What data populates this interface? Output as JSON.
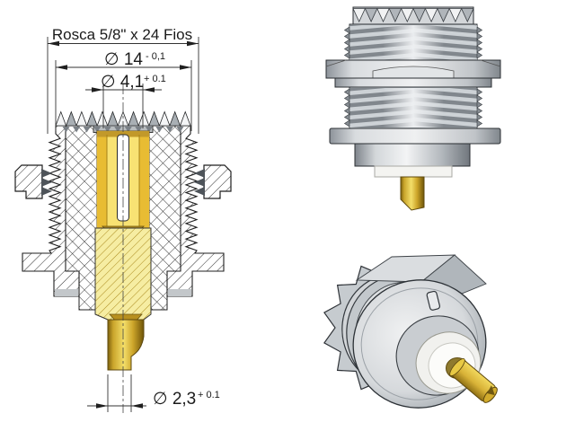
{
  "dimensions": {
    "thread_spec": "Rosca 5/8\" x 24 Fios",
    "dia_body": {
      "value": "∅ 14",
      "tolerance": "- 0,1"
    },
    "dia_socket": {
      "value": "∅ 4,1",
      "tolerance": "+ 0.1"
    },
    "dia_pin": {
      "value": "∅ 2,3",
      "tolerance": "+ 0.1"
    }
  },
  "colors": {
    "gold": "#d9b534",
    "gold_light": "#f3de69",
    "gold_dark": "#7c600e",
    "metal_light": "#f3f4f5",
    "metal_dark": "#7e848b",
    "insulator": "#f4f4f1",
    "outline": "#1f1f1f",
    "background": "#ffffff"
  }
}
